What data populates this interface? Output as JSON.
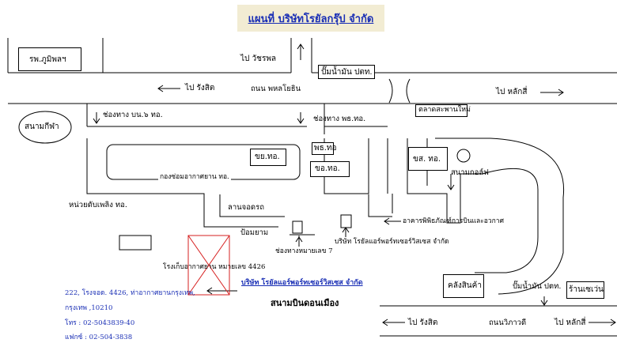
{
  "title": "แผนที่ บริษัทโรยัลกรุ๊ป จำกัด",
  "labels": {
    "hospital": "รพ.ภูมิพลฯ",
    "stadium": "สนามกีฬา",
    "to_watcharapol": "ไป วัชรพล",
    "to_rangsit_top": "ไป รังสิต",
    "to_laksi_top": "ไป หลักสี่",
    "road_phahon": "ถนน พหลโยธิน",
    "gas_station_top": "ปั๊มน้ำมัน ปตท.",
    "saphan_mai_market": "ตลาดสะพานใหม่",
    "gate_bnl": "ช่องทาง บน.๖ ทอ.",
    "gate_pstor": "ช่องทาง พธ.ทอ.",
    "pstor": "พธ.ทอ",
    "khybtor": "ขย.ทอ.",
    "khotor": "ขอ.ทอ.",
    "khortor": "ขส. ทอ.",
    "golf": "สนามกอล์ฟ",
    "air_maint": "กองซ่อมอากาศยาน ทอ.",
    "fuel_unit": "หน่วยดับเพลิง ทอ.",
    "parking": "ลานจอดรถ",
    "museum": "อาคารพิพิธภัณฑ์การบินและอวกาศ",
    "royal_air_service": "บริษัท โรยัลแอร์พอร์ทเซอร์วิสเซส จำกัด",
    "guard_post": "ป้อมยาม",
    "gate7": "ช่องทางหมายเลข 7",
    "hangar": "โรงเก็บอากาศยาน หมายเลข 4426",
    "company_link": "บริษัท โรยัลแอร์พอร์ทเซอร์วิสเซส จำกัด",
    "airport": "สนามบินดอนเมือง",
    "warehouse": "คลังสินค้า",
    "gas_station_bottom": "ปั๊มน้ำมัน ปตท.",
    "shop": "ร้านเซเว่น",
    "to_rangsit_bottom": "ไป รังสิต",
    "road_vibhavadi": "ถนนวิภาวดี",
    "to_laksi_bottom": "ไป หลักสี่"
  },
  "address": {
    "line1": "222, โรงจอด. 4426, ท่าอากาศยานกรุงเทพ,",
    "line2": "กรุงเทพ ,10210",
    "phone": "โทร : 02-5043839-40",
    "fax": "แฟกซ์ : 02-504-3838"
  },
  "colors": {
    "title_bg": "#f2ecd3",
    "title_text": "#1a2fb5",
    "address_text": "#1a2fb5",
    "hangar_border": "#d62020"
  }
}
